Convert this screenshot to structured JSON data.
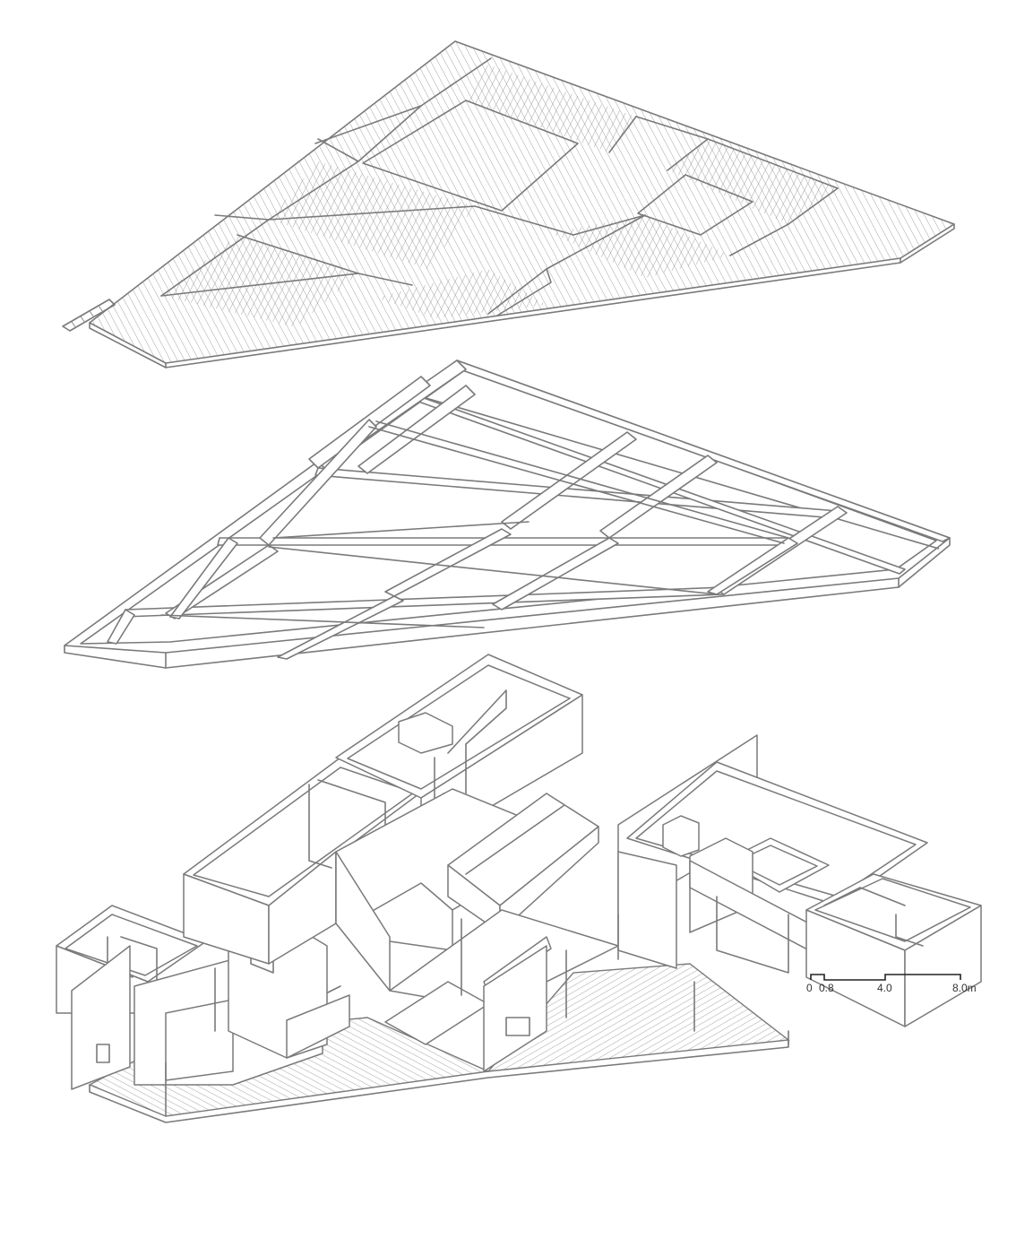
{
  "scale_bar": {
    "labels": [
      "0",
      "0.8",
      "4.0",
      "8.0m"
    ]
  },
  "colors": {
    "line": "#7a7a7a",
    "background": "#ffffff",
    "scale": "#222222"
  }
}
